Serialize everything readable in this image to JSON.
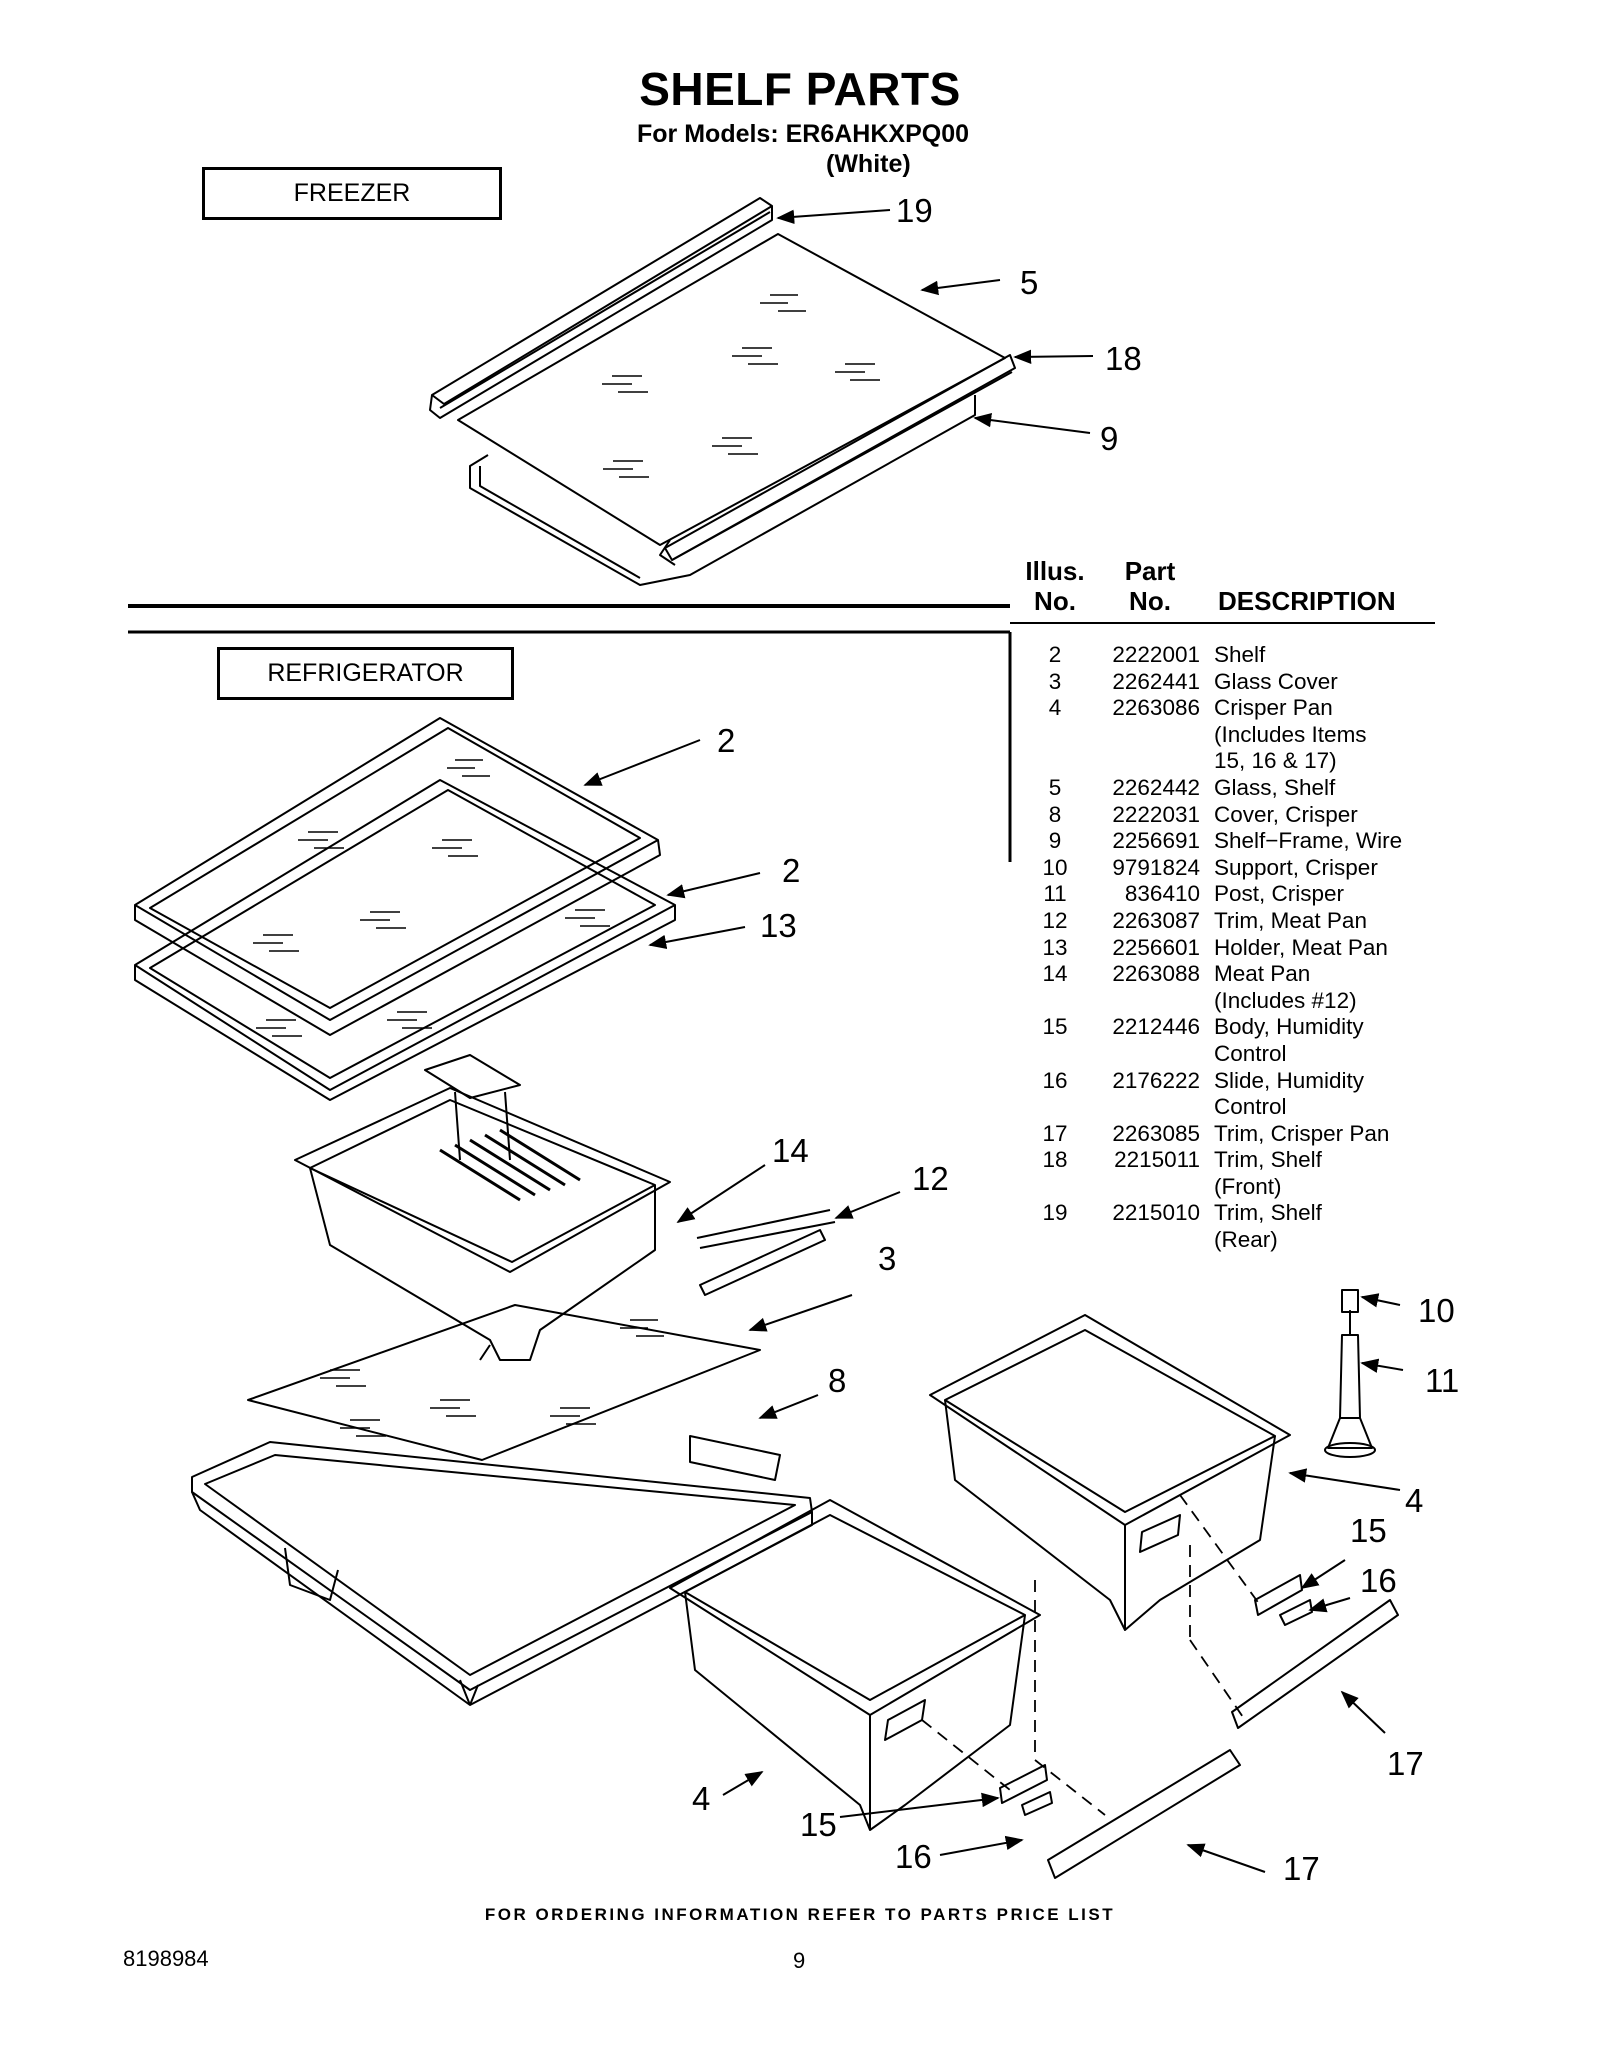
{
  "title": "SHELF PARTS",
  "models_line": "For Models: ER6AHKXPQ00",
  "color_line": "(White)",
  "sections": {
    "freezer": "FREEZER",
    "refrigerator": "REFRIGERATOR"
  },
  "table": {
    "header_illus": [
      "Illus.",
      "No."
    ],
    "header_part": [
      "Part",
      "No."
    ],
    "header_desc": "DESCRIPTION",
    "rows": [
      {
        "illus": "2",
        "part": "2222001",
        "desc": "Shelf"
      },
      {
        "illus": "3",
        "part": "2262441",
        "desc": "Glass Cover"
      },
      {
        "illus": "4",
        "part": "2263086",
        "desc": "Crisper Pan\n(Includes Items\n15, 16 & 17)"
      },
      {
        "illus": "5",
        "part": "2262442",
        "desc": "Glass, Shelf"
      },
      {
        "illus": "8",
        "part": "2222031",
        "desc": "Cover, Crisper"
      },
      {
        "illus": "9",
        "part": "2256691",
        "desc": "Shelf−Frame, Wire"
      },
      {
        "illus": "10",
        "part": "9791824",
        "desc": "Support, Crisper"
      },
      {
        "illus": "11",
        "part": "836410",
        "desc": "Post, Crisper"
      },
      {
        "illus": "12",
        "part": "2263087",
        "desc": "Trim, Meat Pan"
      },
      {
        "illus": "13",
        "part": "2256601",
        "desc": "Holder, Meat Pan"
      },
      {
        "illus": "14",
        "part": "2263088",
        "desc": "Meat Pan\n(Includes #12)"
      },
      {
        "illus": "15",
        "part": "2212446",
        "desc": "Body, Humidity\nControl"
      },
      {
        "illus": "16",
        "part": "2176222",
        "desc": "Slide, Humidity\nControl"
      },
      {
        "illus": "17",
        "part": "2263085",
        "desc": "Trim, Crisper Pan"
      },
      {
        "illus": "18",
        "part": "2215011",
        "desc": "Trim, Shelf\n(Front)"
      },
      {
        "illus": "19",
        "part": "2215010",
        "desc": "Trim, Shelf\n(Rear)"
      }
    ]
  },
  "callouts": {
    "c19": "19",
    "c5": "5",
    "c18": "18",
    "c9": "9",
    "c2a": "2",
    "c2b": "2",
    "c13": "13",
    "c14": "14",
    "c12": "12",
    "c3": "3",
    "c8": "8",
    "c10": "10",
    "c11": "11",
    "c4a": "4",
    "c15a": "15",
    "c16a": "16",
    "c17a": "17",
    "c4b": "4",
    "c15b": "15",
    "c16b": "16",
    "c17b": "17"
  },
  "footer": "FOR ORDERING INFORMATION REFER TO PARTS PRICE LIST",
  "doc_number": "8198984",
  "page_number": "9"
}
